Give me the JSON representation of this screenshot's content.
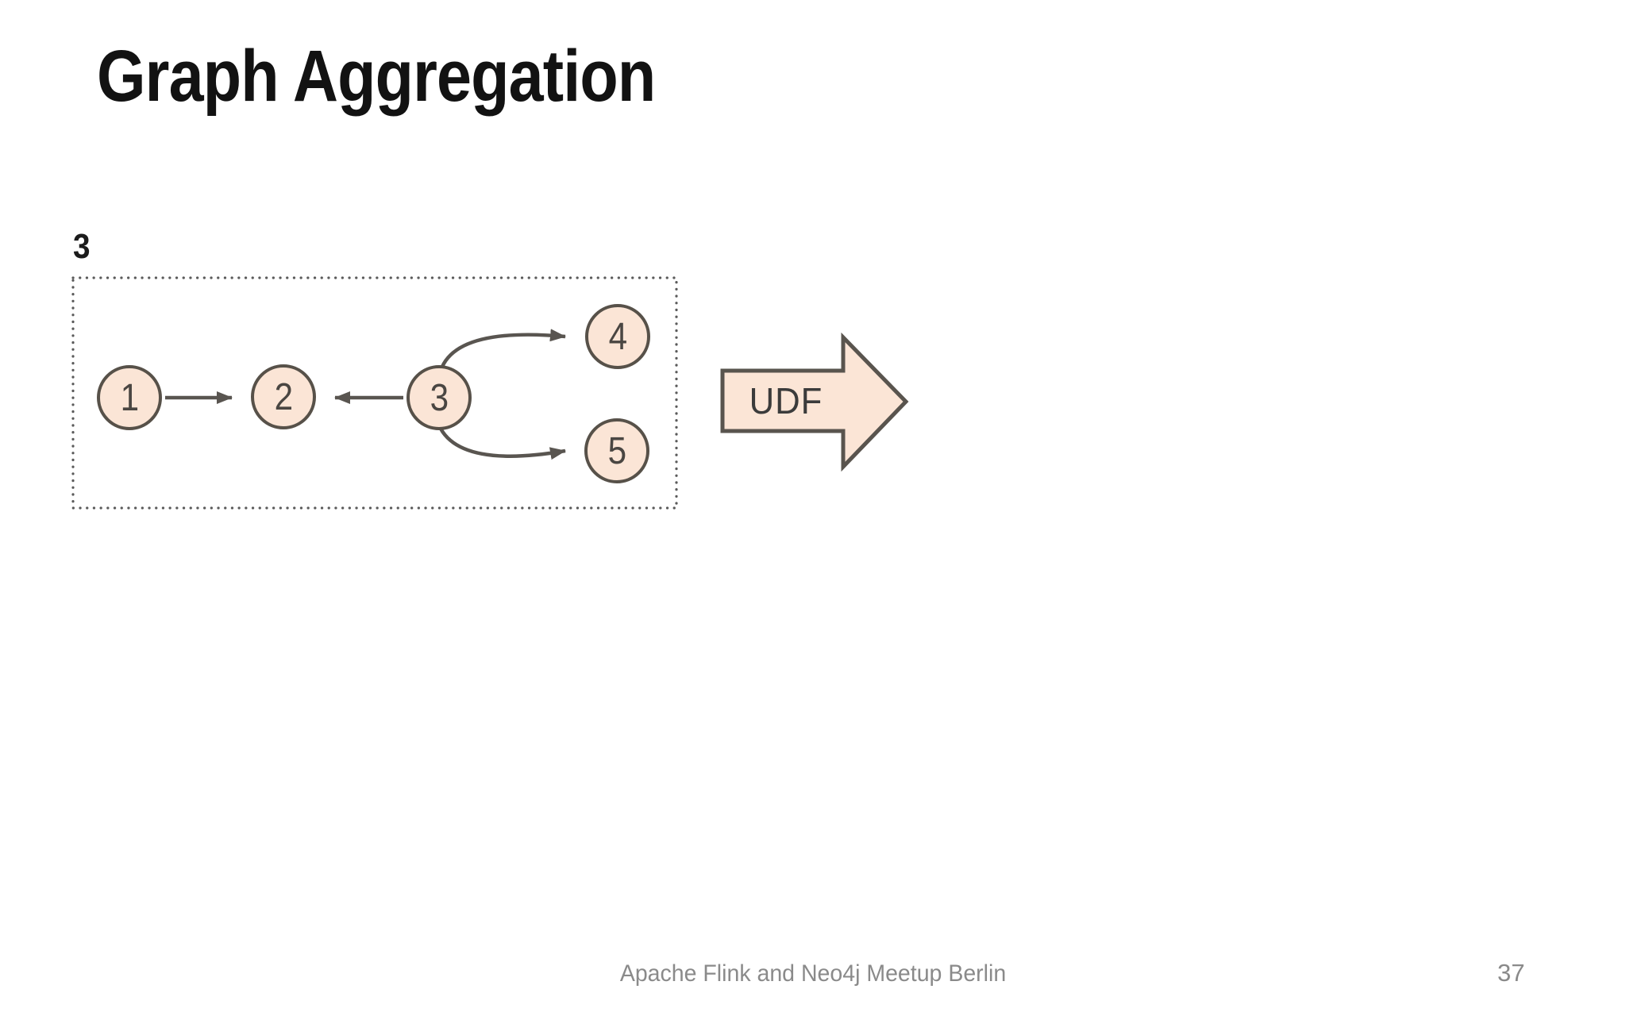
{
  "slide": {
    "title": "Graph Aggregation"
  },
  "diagram": {
    "group_label": "3",
    "nodes": [
      {
        "id": "1",
        "label": "1"
      },
      {
        "id": "2",
        "label": "2"
      },
      {
        "id": "3",
        "label": "3"
      },
      {
        "id": "4",
        "label": "4"
      },
      {
        "id": "5",
        "label": "5"
      }
    ],
    "edges": [
      {
        "from": "1",
        "to": "2"
      },
      {
        "from": "3",
        "to": "2"
      },
      {
        "from": "3",
        "to": "4"
      },
      {
        "from": "3",
        "to": "5"
      }
    ],
    "udf_label": "UDF",
    "colors": {
      "node_fill": "#fbe5d6",
      "node_border": "#575149",
      "edge_stroke": "#595550",
      "group_box_dots": "#5a5a5a",
      "udf_fill": "#fbe5d6",
      "udf_border": "#59544e"
    }
  },
  "footer": {
    "text": "Apache Flink and Neo4j Meetup Berlin",
    "page_number": "37"
  }
}
